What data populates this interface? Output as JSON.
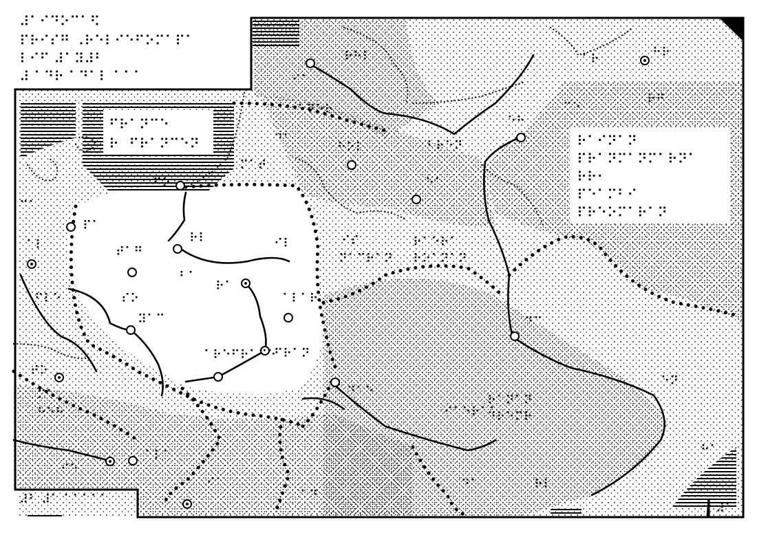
{
  "title_block": [
    "⠼⠁⠊⠙⠕⠉⠁⠫",
    "⠏⠗⠊⠎⠛ ⠠⠗⠑⠇⠊⠑⠋⠕⠍⠁⠏⠁",
    "⠇⠊⠋ ⠼⠁⠽⠼⠃",
    "⠼ ⠁⠙⠗ ⠁⠙⠁⠇ ⠁⠁⠁"
  ],
  "inset_legend": [
    "⠋⠗⠁⠝⠉⠑",
    "⠗⠀⠋⠗⠁⠝⠉⠑⠝"
  ],
  "right_legend": [
    "⠗⠁⠊⠝⠁⠝",
    "⠏⠗⠁⠝⠍⠁⠝⠍⠁⠗⠝⠁",
    "⠗⠗⠂",
    "⠏⠑⠁⠍⠃⠊",
    "⠏⠗⠑⠕⠍⠁⠗⠁⠝"
  ],
  "bottom_left_caption": "⠼⠃ ⠼⠁ ⠁⠁⠁⠁⠁",
  "labels": [
    {
      "id": "l1",
      "text": "⠗⠓⠇"
    },
    {
      "id": "l2",
      "text": "⠁⠗"
    },
    {
      "id": "l3",
      "text": "⠓⠗"
    },
    {
      "id": "l4",
      "text": "⠊⠁"
    },
    {
      "id": "l5",
      "text": "⠗⠛"
    },
    {
      "id": "l6",
      "text": "⠁⠛⠑⠗"
    },
    {
      "id": "l7",
      "text": "⠉⠑"
    },
    {
      "id": "l8",
      "text": "⠑⠓"
    },
    {
      "id": "l9",
      "text": "⠙⠁"
    },
    {
      "id": "l10",
      "text": "⠓⠕⠇"
    },
    {
      "id": "l11",
      "text": "⠃⠗⠑⠝"
    },
    {
      "id": "l12",
      "text": "⠍⠁⠞"
    },
    {
      "id": "l13",
      "text": "⠑⠁"
    },
    {
      "id": "l14",
      "text": "⠋⠕"
    },
    {
      "id": "l15",
      "text": "⠉⠁"
    },
    {
      "id": "l16",
      "text": "⠏⠁"
    },
    {
      "id": "l17",
      "text": "⠗⠇"
    },
    {
      "id": "l18",
      "text": "⠊⠇"
    },
    {
      "id": "l19",
      "text": "⠞⠁⠛"
    },
    {
      "id": "l20",
      "text": "⠁⠇"
    },
    {
      "id": "l21",
      "text": "⠊⠎"
    },
    {
      "id": "l22",
      "text": "⠃⠁"
    },
    {
      "id": "l23",
      "text": "⠗⠁"
    },
    {
      "id": "l24",
      "text": "⠝⠁⠉⠗⠁⠝"
    },
    {
      "id": "l25",
      "text": "⠗⠁⠑⠗⠁"
    },
    {
      "id": "l26",
      "text": "⠗⠕⠁⠝⠁⠝"
    },
    {
      "id": "l27",
      "text": "⠁⠇⠁⠗"
    },
    {
      "id": "l28",
      "text": "⠎⠕"
    },
    {
      "id": "l29",
      "text": "⠋⠇⠑"
    },
    {
      "id": "l30",
      "text": "⠽⠁⠉"
    },
    {
      "id": "l31",
      "text": "⠙⠉"
    },
    {
      "id": "l32",
      "text": "⠁⠗⠑⠋⠗⠁⠉⠑"
    },
    {
      "id": "l33",
      "text": "⠋⠗⠁⠝"
    },
    {
      "id": "l34",
      "text": "⠞⠕"
    },
    {
      "id": "l35",
      "text": "⠑⠝"
    },
    {
      "id": "l36",
      "text": "⠙⠁⠑"
    },
    {
      "id": "l37",
      "text": "⠍⠁"
    },
    {
      "id": "l38",
      "text": "⠓⠑⠓"
    },
    {
      "id": "l39",
      "text": "⠗⠁⠝⠁⠝"
    },
    {
      "id": "l40",
      "text": "⠙⠗⠑⠍⠗"
    },
    {
      "id": "l41",
      "text": "⠊⠁⠑⠗⠁⠁"
    },
    {
      "id": "l42",
      "text": "⠓⠁"
    },
    {
      "id": "l43",
      "text": "⠁⠇⠁"
    },
    {
      "id": "l44",
      "text": "⠊⠑"
    },
    {
      "id": "l45",
      "text": "⠙⠁"
    },
    {
      "id": "l46",
      "text": "⠊⠁"
    },
    {
      "id": "l47",
      "text": "⠁⠙"
    },
    {
      "id": "l48",
      "text": "⠗⠇"
    }
  ],
  "colors": {
    "ink": "#000000",
    "paper": "#ffffff"
  }
}
